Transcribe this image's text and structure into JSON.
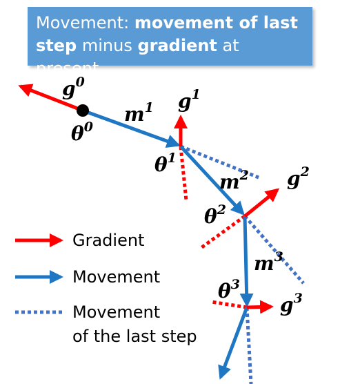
{
  "banner": {
    "part1": "Movement: ",
    "part2": "movement of last step",
    "part3": " minus ",
    "part4": "gradient",
    "part5": " at present"
  },
  "labels": {
    "g0": {
      "base": "g",
      "sup": "0"
    },
    "theta0": {
      "base": "θ",
      "sup": "0"
    },
    "m1": {
      "base": "m",
      "sup": "1"
    },
    "g1": {
      "base": "g",
      "sup": "1"
    },
    "theta1": {
      "base": "θ",
      "sup": "1"
    },
    "m2": {
      "base": "m",
      "sup": "2"
    },
    "g2": {
      "base": "g",
      "sup": "2"
    },
    "theta2": {
      "base": "θ",
      "sup": "2"
    },
    "m3": {
      "base": "m",
      "sup": "3"
    },
    "theta3": {
      "base": "θ",
      "sup": "3"
    },
    "g3": {
      "base": "g",
      "sup": "3"
    }
  },
  "legend": {
    "gradient": "Gradient",
    "movement": "Movement",
    "last_step_line1": "Movement",
    "last_step_line2": "of the last step"
  },
  "colors": {
    "gradient": "#ff0000",
    "movement": "#1f77c4",
    "last_step": "#4472c4",
    "banner": "#5b9bd5"
  }
}
